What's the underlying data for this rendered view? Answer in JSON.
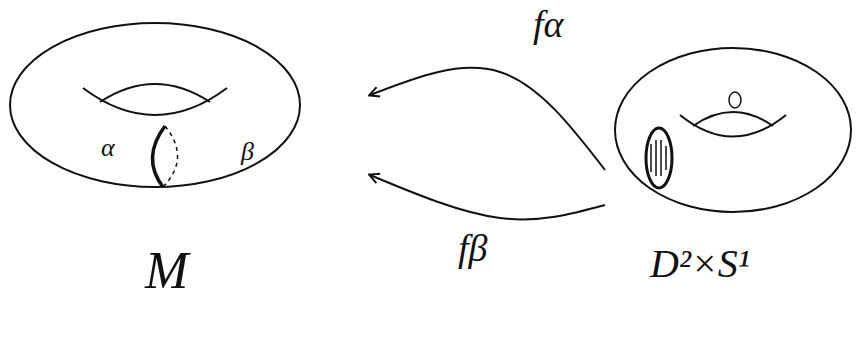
{
  "diagram": {
    "nodes": [
      {
        "text": [
          "M"
        ]
      },
      {
        "text": [
          "D²×S¹"
        ]
      }
    ],
    "edges": [
      {
        "from": 1,
        "to": 0,
        "arrow": "to",
        "label": "fα"
      },
      {
        "from": 1,
        "to": 0,
        "arrow": "to",
        "label": "fβ"
      }
    ],
    "labels": [
      "α",
      "β"
    ]
  }
}
